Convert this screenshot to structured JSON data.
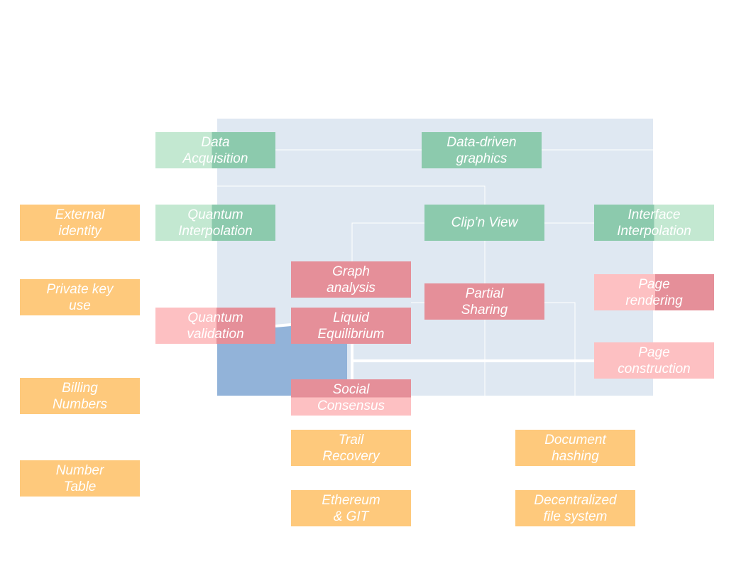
{
  "diagram": {
    "colors": {
      "panel": "#dfe8f2",
      "blue_region": "#92b3d9",
      "green": "#8ccaad",
      "green_light": "#c3e8d1",
      "red": "#e58f99",
      "pink": "#fdc0c2",
      "orange": "#fec97c"
    },
    "boxes": {
      "data_acquisition": "Data\nAcquisition",
      "data_driven_graphics": "Data-driven\ngraphics",
      "quantum_interpolation": "Quantum\nInterpolation",
      "clip_n_view": "Clip’n View",
      "interface_interpolation": "Interface\nInterpolation",
      "graph_analysis": "Graph\nanalysis",
      "partial_sharing": "Partial\nSharing",
      "page_rendering": "Page\nrendering",
      "quantum_validation": "Quantum\nvalidation",
      "liquid_equilibrium": "Liquid\nEquilibrium",
      "page_construction": "Page\nconstruction",
      "social_consensus": "Social\nConsensus",
      "external_identity": "External\nidentity",
      "private_key_use": "Private key\nuse",
      "billing_numbers": "Billing\nNumbers",
      "number_table": "Number\nTable",
      "trail_recovery": "Trail\nRecovery",
      "ethereum_git": "Ethereum\n& GIT",
      "document_hashing": "Document\nhashing",
      "decentralized_file_system": "Decentralized\nfile system"
    }
  }
}
